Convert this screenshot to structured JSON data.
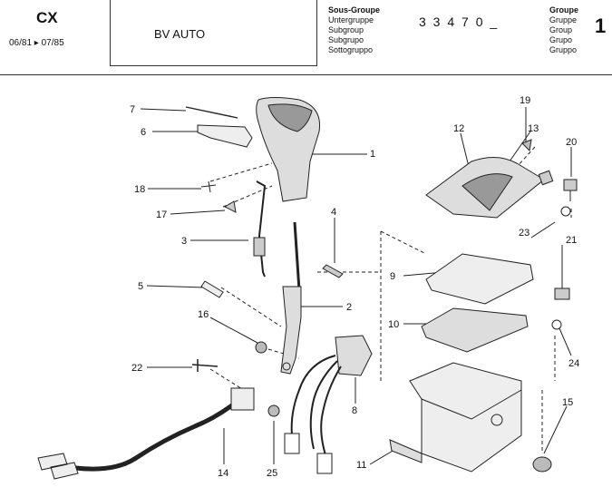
{
  "header": {
    "model": "CX",
    "dates": "06/81 ▸ 07/85",
    "section_title": "BV AUTO",
    "subgroup_labels": [
      "Sous-Groupe",
      "Untergruppe",
      "Subgroup",
      "Subgrupo",
      "Sottogruppo"
    ],
    "subgroup_code": "3 3 4  7 0  _",
    "group_labels": [
      "Groupe",
      "Gruppe",
      "Group",
      "Grupo",
      "Gruppo"
    ],
    "group_number": "1"
  },
  "callouts": [
    "1",
    "2",
    "3",
    "4",
    "5",
    "6",
    "7",
    "9",
    "10",
    "11",
    "12",
    "13",
    "14",
    "15",
    "16",
    "17",
    "18",
    "19",
    "20",
    "21",
    "22",
    "23",
    "24",
    "25",
    "8"
  ]
}
